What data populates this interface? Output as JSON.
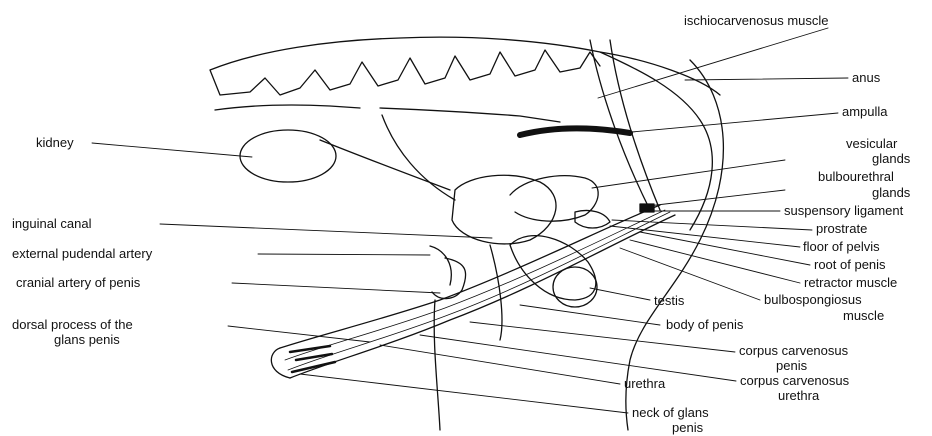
{
  "labels": {
    "ischiocarvenosus_muscle": "ischiocarvenosus muscle",
    "anus": "anus",
    "ampulla": "ampulla",
    "vesicular_glands_1": "vesicular",
    "vesicular_glands_2": "glands",
    "bulbourethral_glands_1": "bulbourethral",
    "bulbourethral_glands_2": "glands",
    "suspensory_ligament": "suspensory ligament",
    "prostrate": "prostrate",
    "floor_of_pelvis": "floor of pelvis",
    "root_of_penis": "root of penis",
    "retractor_muscle": "retractor muscle",
    "bulbospongiosus_muscle_1": "bulbospongiosus",
    "bulbospongiosus_muscle_2": "muscle",
    "testis": "testis",
    "body_of_penis": "body of penis",
    "corpus_carvenosus_penis_1": "corpus carvenosus",
    "corpus_carvenosus_penis_2": "penis",
    "corpus_carvenosus_urethra_1": "corpus carvenosus",
    "corpus_carvenosus_urethra_2": "urethra",
    "urethra": "urethra",
    "neck_of_glans_penis_1": "neck of glans",
    "neck_of_glans_penis_2": "penis",
    "kidney": "kidney",
    "inguinal_canal": "inguinal canal",
    "external_pudendal_artery": "external pudendal artery",
    "cranial_artery_of_penis": "cranial artery of penis",
    "dorsal_process_1": "dorsal process of the",
    "dorsal_process_2": "glans penis"
  },
  "colors": {
    "ink": "#111111",
    "background": "#ffffff"
  }
}
